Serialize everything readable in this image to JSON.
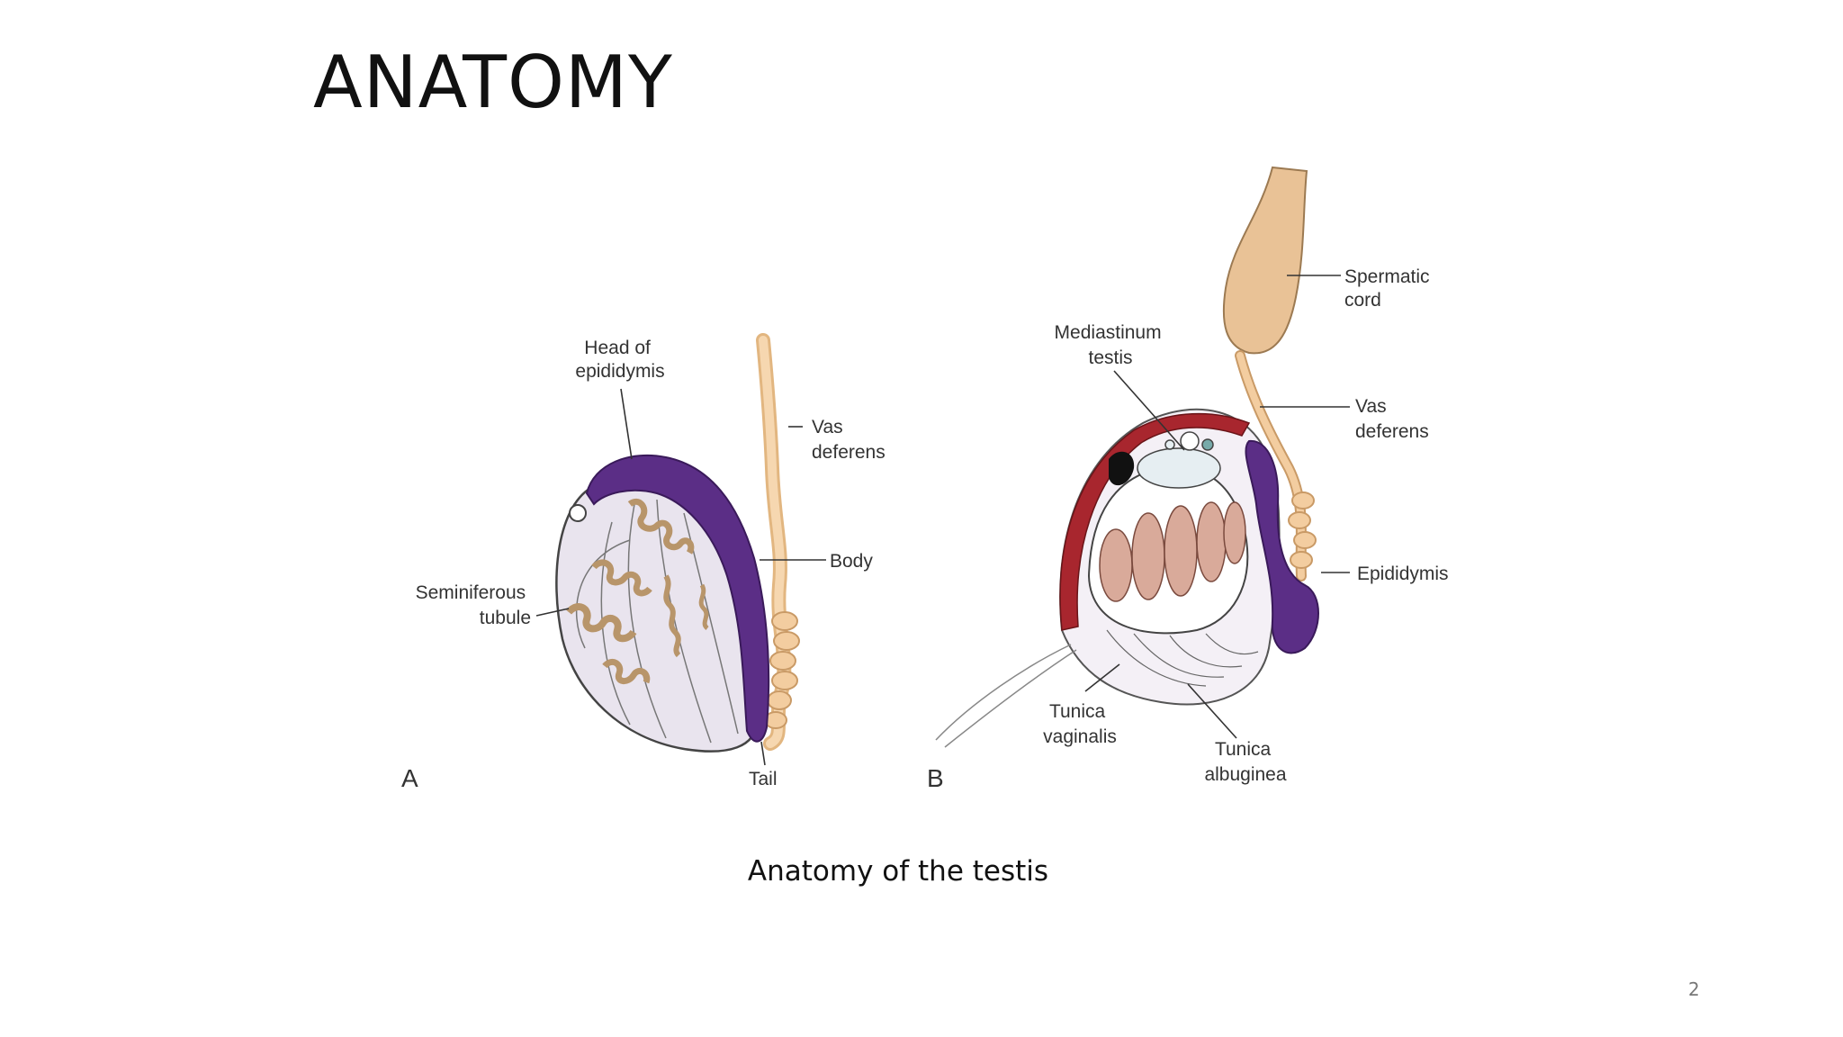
{
  "slide": {
    "title": "ANATOMY",
    "caption": "Anatomy of the testis",
    "page_number": "2"
  },
  "figure": {
    "panel_a": {
      "letter": "A",
      "labels": {
        "head_epididymis": [
          "Head of",
          "epididymis"
        ],
        "vas_deferens": [
          "Vas",
          "deferens"
        ],
        "body": "Body",
        "seminiferous_tubule": [
          "Seminiferous",
          "tubule"
        ],
        "tail": "Tail"
      }
    },
    "panel_b": {
      "letter": "B",
      "labels": {
        "spermatic_cord": [
          "Spermatic",
          "cord"
        ],
        "mediastinum_testis": [
          "Mediastinum",
          "testis"
        ],
        "vas_deferens": [
          "Vas",
          "deferens"
        ],
        "epididymis": "Epididymis",
        "tunica_vaginalis": [
          "Tunica",
          "vaginalis"
        ],
        "tunica_albuginea": [
          "Tunica",
          "albuginea"
        ]
      }
    },
    "colors": {
      "epididymis": "#5b2e86",
      "vas_deferens": "#f3cda0",
      "testis_fill": "#e9e4ee",
      "tubules": "#e8c79a",
      "lobules": "#d9aa9a",
      "tunica_albuginea": "#a8262e"
    }
  }
}
